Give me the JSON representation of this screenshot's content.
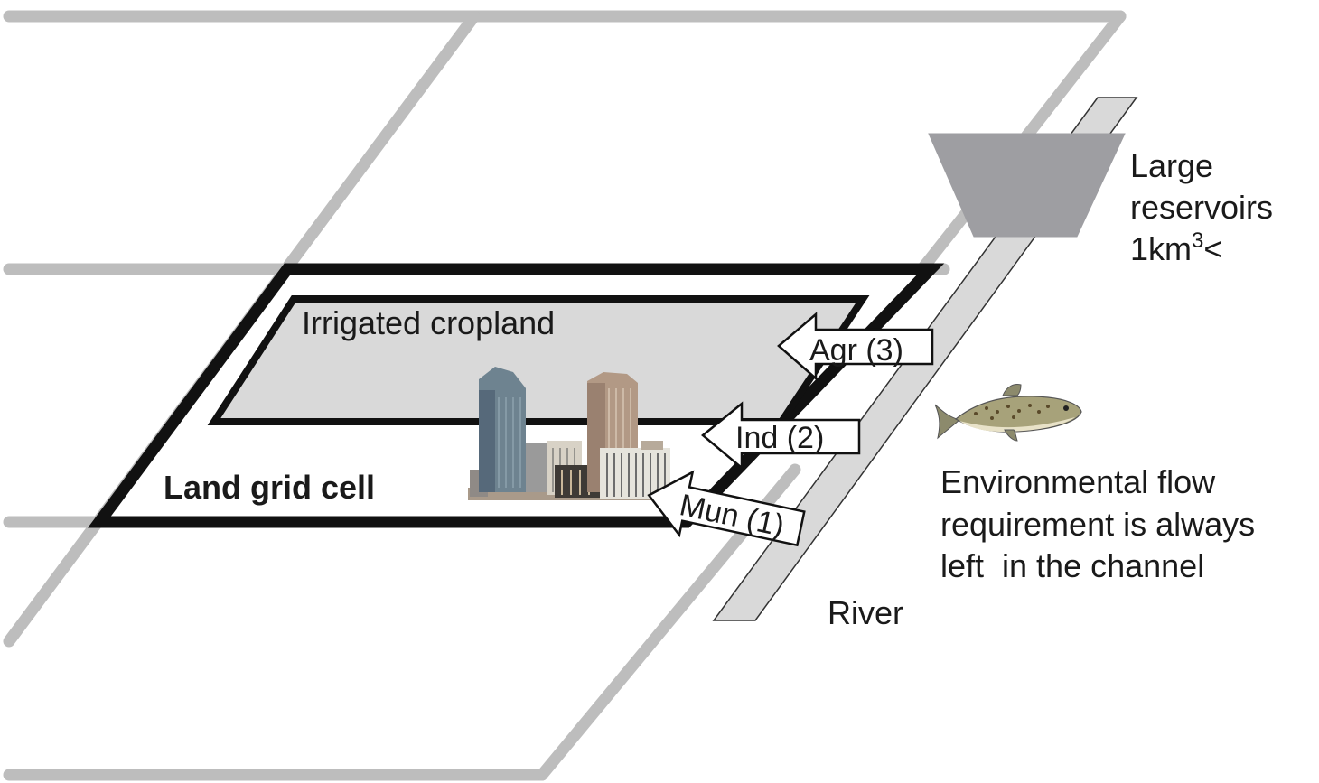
{
  "labels": {
    "irrigated_cropland": "Irrigated cropland",
    "land_grid_cell": "Land grid cell",
    "river": "River",
    "reservoir_line1": "Large",
    "reservoir_line2": "reservoirs",
    "reservoir_line3_base": "1km",
    "reservoir_line3_sup": "3",
    "reservoir_line3_tail": "<",
    "env_line1": "Environmental flow",
    "env_line2": "requirement is always",
    "env_line3": "left  in the channel"
  },
  "arrows": {
    "agr": "Agr (3)",
    "ind": "Ind (2)",
    "mun": "Mun (1)"
  },
  "icons": [
    "city-skyline-icon",
    "fish-icon",
    "reservoir-icon"
  ],
  "colors": {
    "grid_line": "#bdbdbd",
    "cell_border": "#111111",
    "cropland_fill": "#d9d9d9",
    "river_fill": "#d9d9d9",
    "reservoir_fill": "#9e9ea2",
    "arrow_fill": "#ffffff"
  }
}
